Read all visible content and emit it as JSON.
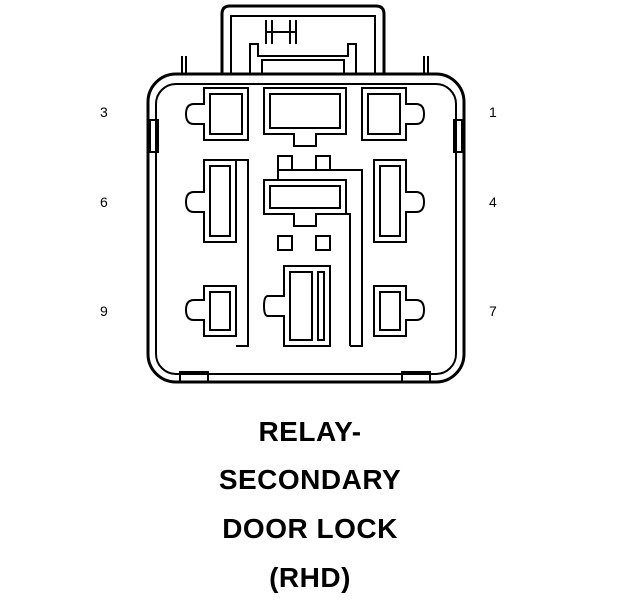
{
  "pins": {
    "p3": "3",
    "p1": "1",
    "p6": "6",
    "p4": "4",
    "p9": "9",
    "p7": "7"
  },
  "caption": {
    "line1": "RELAY-",
    "line2": "SECONDARY",
    "line3": "DOOR LOCK",
    "line4": "(RHD)"
  }
}
